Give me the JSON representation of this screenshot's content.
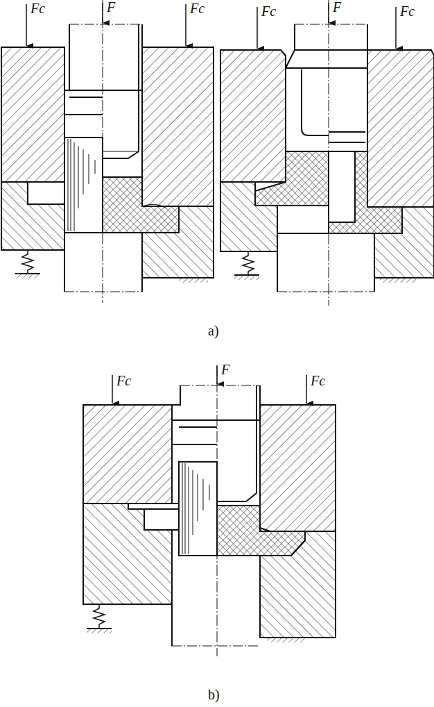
{
  "diagram": {
    "labels": [
      "Fc",
      "F",
      "Fc",
      "Fc",
      "F",
      "Fc",
      "a)",
      "Fc",
      "F",
      "Fc",
      "b)"
    ]
  }
}
